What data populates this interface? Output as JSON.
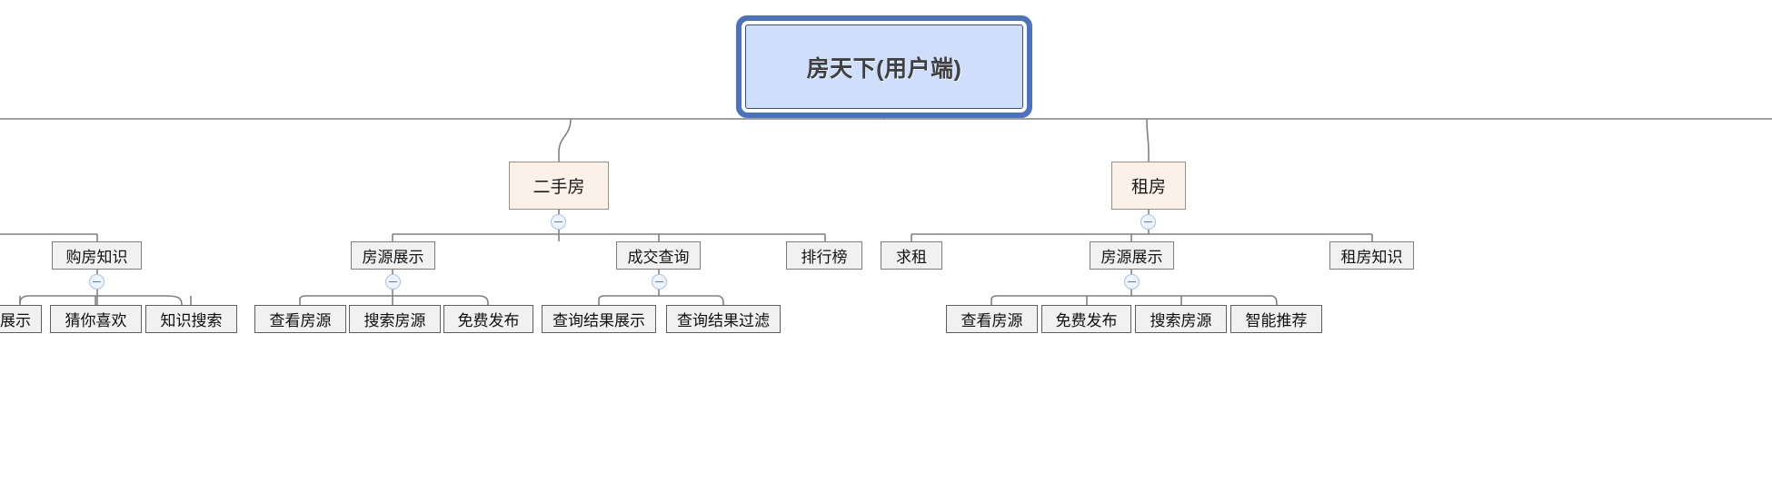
{
  "diagram": {
    "type": "mindmap-tree",
    "title": "房天下(用户端)",
    "orientation": "top-down",
    "colors": {
      "root_fill": "#cfdffb",
      "root_border": "#2f4f92",
      "root_outer_ring": "#4a72bd",
      "level1_fill": "#fcf1e8",
      "level1_border": "#9a8e85",
      "node_fill": "#f1f1f1",
      "node_border": "#7e7e7e",
      "edge": "#808080",
      "toggle_border": "#a8c3e8",
      "toggle_fill": "#eef4fd",
      "toggle_glyph": "#5b7fbb",
      "background": "#ffffff"
    }
  },
  "nodes": {
    "root": {
      "label": "房天下(用户端)"
    },
    "branch_ershoufang": {
      "label": "二手房"
    },
    "branch_zufang": {
      "label": "租房"
    },
    "gou_fang_zhi_shi": {
      "label": "购房知识"
    },
    "fang_yuan_zhan_shi_1": {
      "label": "房源展示"
    },
    "cheng_jiao_cha_xun": {
      "label": "成交查询"
    },
    "pai_hang_bang": {
      "label": "排行榜"
    },
    "qiu_zu": {
      "label": "求租"
    },
    "fang_yuan_zhan_shi_2": {
      "label": "房源展示"
    },
    "zu_fang_zhi_shi": {
      "label": "租房知识"
    },
    "leaf_zhanshi_clipped": {
      "label": "展示"
    },
    "leaf_cai_ni_xi_huan": {
      "label": "猜你喜欢"
    },
    "leaf_zhi_shi_sou_suo": {
      "label": "知识搜索"
    },
    "leaf_cha_kan_fang_yuan_1": {
      "label": "查看房源"
    },
    "leaf_sou_suo_fang_yuan_1": {
      "label": "搜索房源"
    },
    "leaf_mian_fei_fa_bu_1": {
      "label": "免费发布"
    },
    "leaf_cha_xun_jie_guo_zhan_shi": {
      "label": "查询结果展示"
    },
    "leaf_cha_xun_jie_guo_guo_lv": {
      "label": "查询结果过滤"
    },
    "leaf_cha_kan_fang_yuan_2": {
      "label": "查看房源"
    },
    "leaf_mian_fei_fa_bu_2": {
      "label": "免费发布"
    },
    "leaf_sou_suo_fang_yuan_2": {
      "label": "搜索房源"
    },
    "leaf_zhi_neng_tui_jian": {
      "label": "智能推荐"
    }
  },
  "toggles": {
    "ershoufang": "collapse-minus",
    "zufang": "collapse-minus",
    "goufangzhishi": "collapse-minus",
    "fangyuanzhanshi1": "collapse-minus",
    "chengjiaochaxun": "collapse-minus",
    "fangyuanzhanshi2": "collapse-minus"
  }
}
